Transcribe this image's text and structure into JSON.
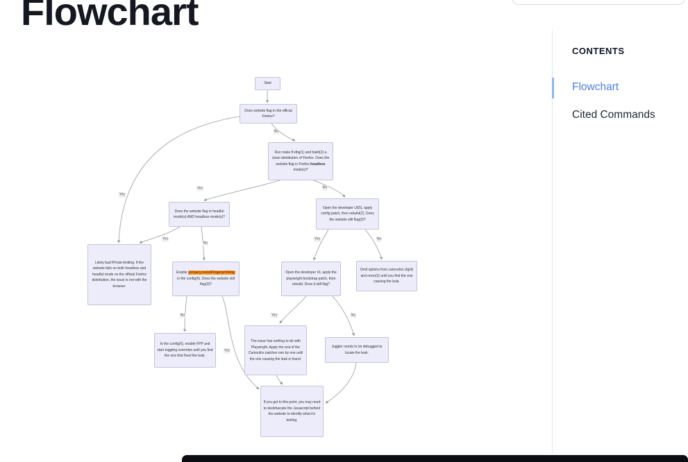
{
  "page": {
    "title": "Flowchart"
  },
  "sidebar": {
    "title": "CONTENTS",
    "items": [
      {
        "label": "Flowchart",
        "active": true
      },
      {
        "label": "Cited Commands",
        "active": false
      }
    ]
  },
  "colors": {
    "accent": "#4e7fe8",
    "node_fill": "#ececfa",
    "node_border": "#c3c3dd",
    "highlight_bg": "#f5a31d",
    "highlight_text": "#8f1d1d",
    "edge": "#999999"
  },
  "flowchart": {
    "nodes": [
      {
        "id": "start",
        "text": "Start"
      },
      {
        "id": "official-firefox",
        "text": "Does website flag in the official Firefox?"
      },
      {
        "id": "clean-build",
        "pre": "Run make ff-dbg(1) and build(2) a clean distribution of Firefox. Does the website flag in Firefox ",
        "bold": "headless",
        "post": " mode(s)?"
      },
      {
        "id": "headful-and-headless",
        "text": "Does the website flag in headful mode(s) AND headless mode(s)?"
      },
      {
        "id": "config-patch",
        "text": "Open the developer UI(5), apply config patch, then rebuild(2). Does the website still flag(3)?"
      },
      {
        "id": "bad-ip",
        "text": "Likely bad IP/rate-limiting. If the website fails on both headless and headful mode on the official Firefox distribution, the issue is not with the browser."
      },
      {
        "id": "enable-rfp",
        "pre": "Enable ",
        "highlight": "privacy.resistFingerprinting",
        "post": " in the config(6). Does the website still flag(3)?"
      },
      {
        "id": "playwright-bootstrap",
        "text": "Open the developer UI, apply the playwright bootstrap patch, then rebuild. Does it still flag?"
      },
      {
        "id": "omit-options",
        "text": "Omit options from camoufox.cfg(4) and rerun(3) until you find the one causing the leak."
      },
      {
        "id": "toggle-fpp",
        "text": "In the config(6), enable FPP and start toggling overrides until you find the one that fixed the leak."
      },
      {
        "id": "camoufox-patches",
        "text": "The issue has nothing to do with Playwright. Apply the rest of the Camoufox patches one by one until the one causing the leak is found."
      },
      {
        "id": "debug-juggler",
        "text": "Juggler needs to be debugged to locate the leak."
      },
      {
        "id": "deobfuscate",
        "text": "If you get to this point, you may need to deobfuscate the Javascript behind the website to identify what it's testing."
      }
    ],
    "edge_labels": [
      {
        "text": "No"
      },
      {
        "text": "Yes"
      },
      {
        "text": "Yes"
      },
      {
        "text": "No"
      },
      {
        "text": "Yes"
      },
      {
        "text": "No"
      },
      {
        "text": "Yes"
      },
      {
        "text": "No"
      },
      {
        "text": "No"
      },
      {
        "text": "Yes"
      },
      {
        "text": "Yes"
      },
      {
        "text": "No"
      }
    ]
  }
}
